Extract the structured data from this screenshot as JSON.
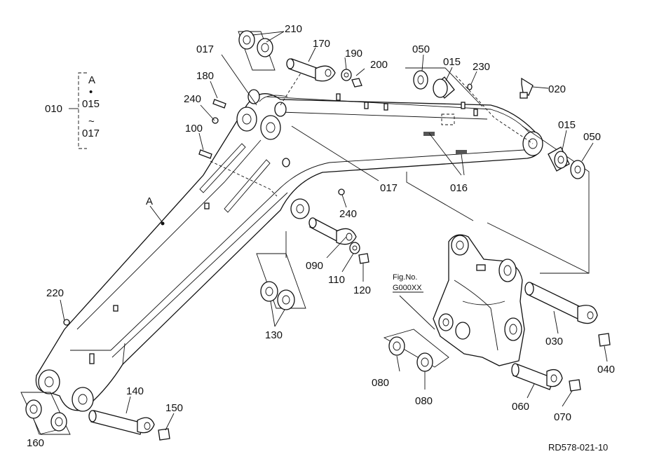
{
  "legend": {
    "group": "010",
    "items": [
      "A",
      "•",
      "015",
      "~",
      "017"
    ]
  },
  "assembly_letter": "A",
  "fig_ref": {
    "line1": "Fig.No.",
    "line2": "G000XX"
  },
  "drawing_code": "RD578-021-10",
  "part_labels": {
    "p210": "210",
    "p170": "170",
    "p190": "190",
    "p200": "200",
    "p017a": "017",
    "p180": "180",
    "p240a": "240",
    "p100": "100",
    "p050a": "050",
    "p015a": "015",
    "p230": "230",
    "p020": "020",
    "p015b": "015",
    "p050b": "050",
    "p016": "016",
    "p017b": "017",
    "p240b": "240",
    "p090": "090",
    "p110": "110",
    "p120": "120",
    "p130": "130",
    "p220": "220",
    "p140": "140",
    "p150": "150",
    "p160": "160",
    "p030": "030",
    "p040": "040",
    "p080a": "080",
    "p080b": "080",
    "p060": "060",
    "p070": "070"
  }
}
